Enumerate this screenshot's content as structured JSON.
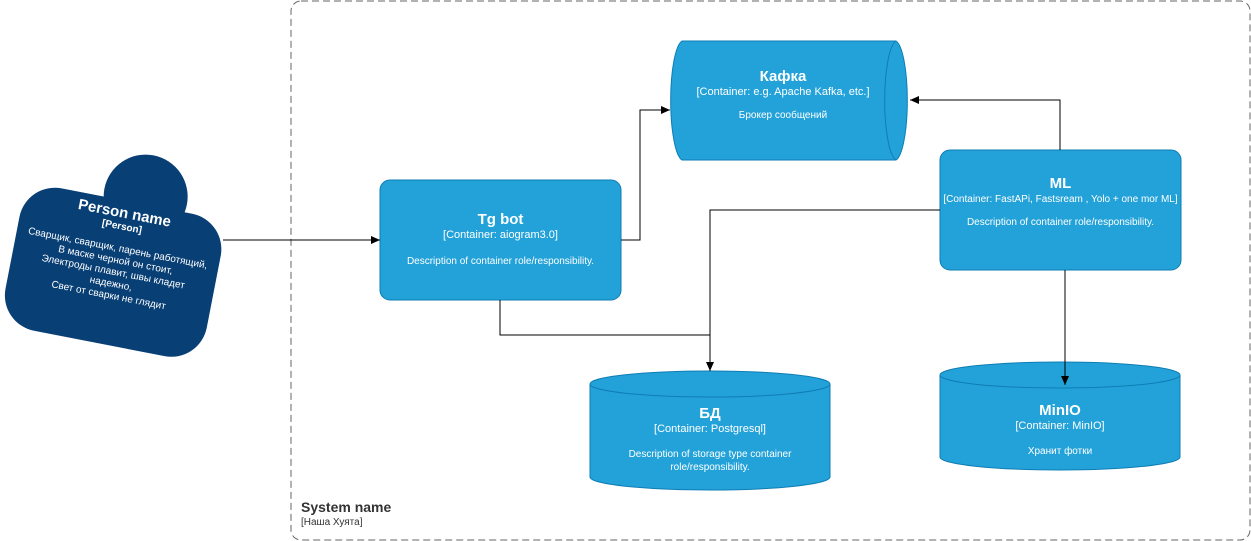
{
  "system": {
    "name": "System name",
    "tag": "[Наша Хуята]"
  },
  "person": {
    "name": "Person name",
    "tag": "[Person]",
    "description": "Сварщик, сварщик, парень работящий,\nВ маске черной он стоит,\nЭлектроды плавит, швы кладет надежно,\nСвет от сварки не глядит"
  },
  "containers": {
    "kafka": {
      "title": "Кафка",
      "tech": "[Container: e.g. Apache Kafka, etc.]",
      "description": "Брокер сообщений"
    },
    "tgbot": {
      "title": "Tg bot",
      "tech": "[Container: aiogram3.0]",
      "description": "Description of container role/responsibility."
    },
    "ml": {
      "title": "ML",
      "tech": "[Container: FastAPi, Fastsream , Yolo + one mor ML]",
      "description": "Description of container role/responsibility."
    },
    "db": {
      "title": "БД",
      "tech": "[Container: Postgresql]",
      "description": "Description of storage type container role/responsibility."
    },
    "minio": {
      "title": "MinIO",
      "tech": "[Container: MinIO]",
      "description": "Хранит фотки"
    }
  },
  "colors": {
    "container": "#23a2d9",
    "container_border": "#0e7db4",
    "person": "#083f75",
    "boundary": "#666666",
    "edge": "#000000"
  }
}
